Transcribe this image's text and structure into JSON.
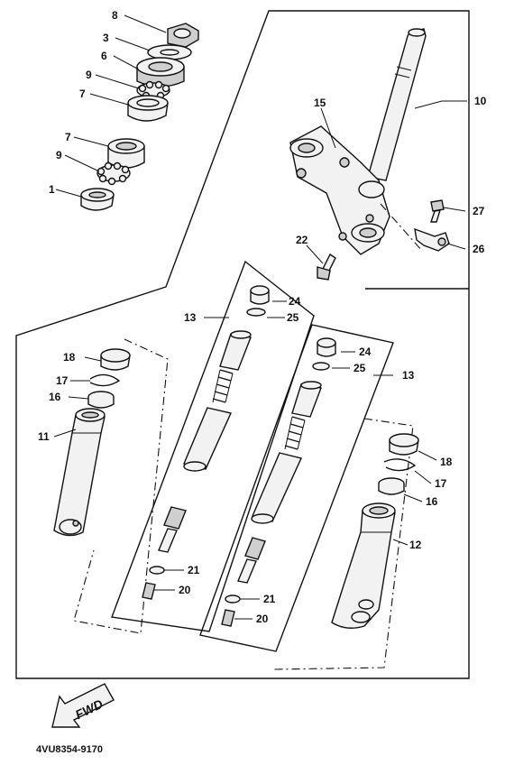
{
  "callouts": {
    "c1": "1",
    "c3": "3",
    "c6": "6",
    "c7a": "7",
    "c7b": "7",
    "c8": "8",
    "c9a": "9",
    "c9b": "9",
    "c10": "10",
    "c11": "11",
    "c12": "12",
    "c13a": "13",
    "c13b": "13",
    "c15": "15",
    "c16a": "16",
    "c16b": "16",
    "c17a": "17",
    "c17b": "17",
    "c18a": "18",
    "c18b": "18",
    "c20a": "20",
    "c20b": "20",
    "c21a": "21",
    "c21b": "21",
    "c22": "22",
    "c24a": "24",
    "c24b": "24",
    "c25a": "25",
    "c25b": "25",
    "c26": "26",
    "c27": "27"
  },
  "fwd_label": "FWD",
  "diagram_code": "4VU8354-9170"
}
